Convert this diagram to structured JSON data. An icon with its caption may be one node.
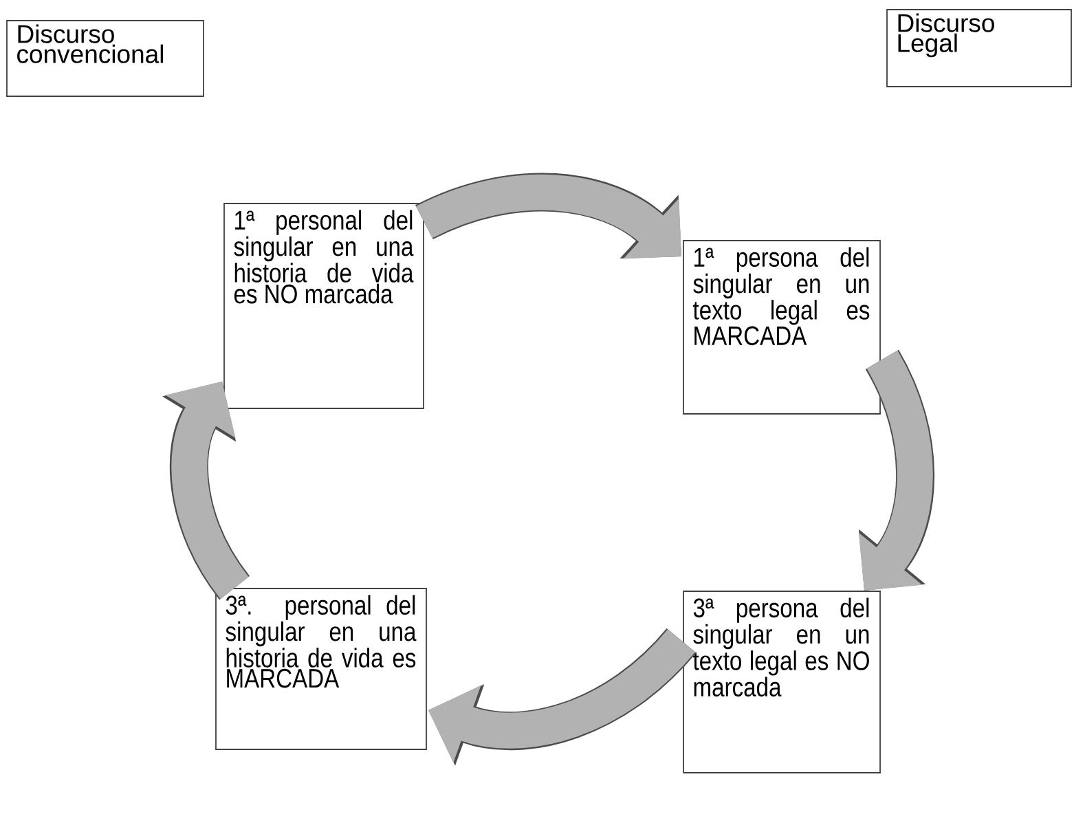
{
  "diagram": {
    "nodes": [
      {
        "text": [
          "Discurso convencional"
        ]
      },
      {
        "text": [
          "Discurso Legal"
        ]
      },
      {
        "text": [
          "1ª personal del singular en una historia de vida es NO marcada"
        ]
      },
      {
        "text": [
          "1ª persona del singular en un texto legal es MARCADA"
        ]
      },
      {
        "text": [
          "3ª persona del singular en un texto legal es NO marcada"
        ]
      },
      {
        "text": [
          "3ª. personal del singular en una historia de vida es MARCADA"
        ]
      }
    ],
    "edges": [
      {
        "from": 2,
        "to": 3,
        "arrow": "to"
      },
      {
        "from": 3,
        "to": 4,
        "arrow": "to"
      },
      {
        "from": 4,
        "to": 5,
        "arrow": "to"
      },
      {
        "from": 5,
        "to": 2,
        "arrow": "to"
      }
    ]
  }
}
